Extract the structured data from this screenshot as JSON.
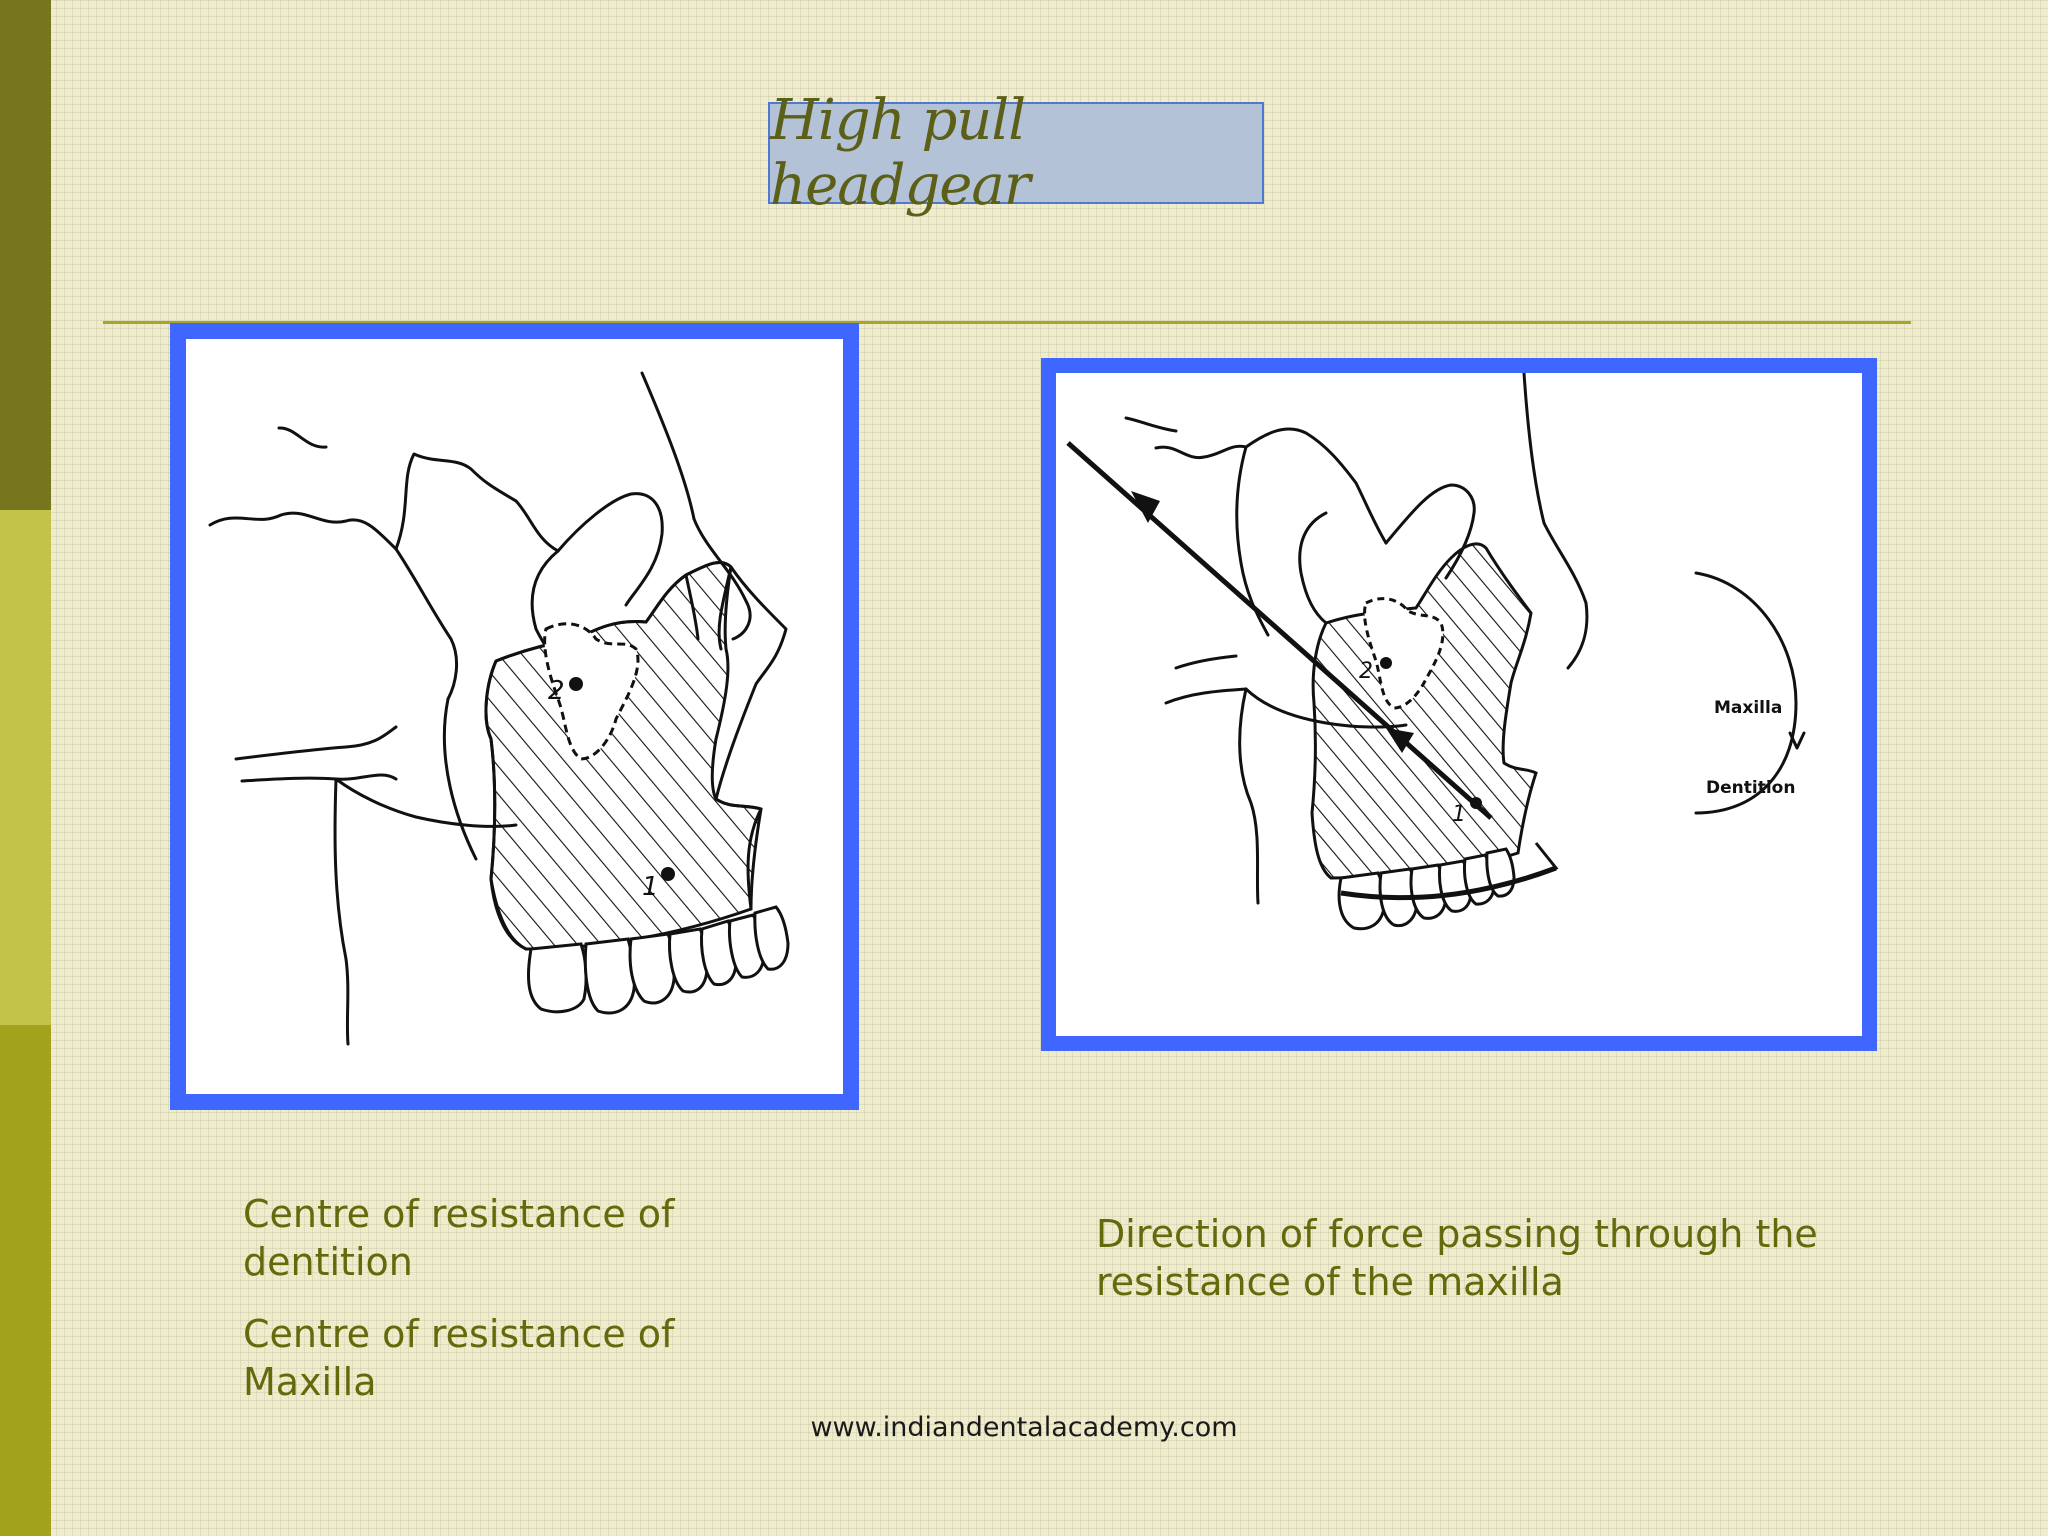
{
  "slide": {
    "title": "High pull headgear",
    "captions": {
      "dentition": "Centre of resistance of dentition",
      "maxilla": "Centre of resistance of Maxilla",
      "force": "Direction of force passing through the resistance of the maxilla"
    },
    "footer": "www.indiandentalacademy.com"
  },
  "figures": {
    "left": {
      "point1": "1",
      "point2": "2"
    },
    "right": {
      "label_maxilla": "Maxilla",
      "label_dentition": "Dentition",
      "point1": "1",
      "point2": "2"
    }
  },
  "colors": {
    "accent_frame": "#3f67ff",
    "title_bg": "#b4c2d8",
    "text": "#64690c"
  }
}
